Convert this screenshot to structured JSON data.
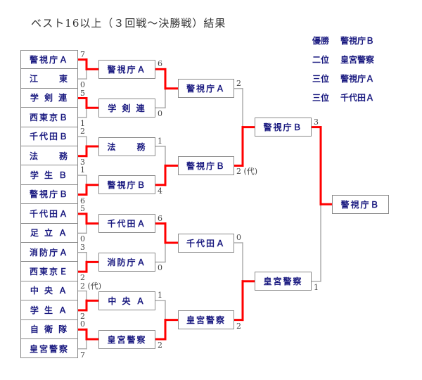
{
  "title": "ベスト16以上（３回戦～決勝戦）結果",
  "results": [
    {
      "rank": "優勝",
      "team": "警視庁Ｂ"
    },
    {
      "rank": "二位",
      "team": "皇宮警察"
    },
    {
      "rank": "三位",
      "team": "警視庁Ａ"
    },
    {
      "rank": "三位",
      "team": "千代田Ａ"
    }
  ],
  "colors": {
    "winner_line": "#ff0000",
    "loser_line": "#999999",
    "team_text": "#1a1a80"
  },
  "rounds": [
    {
      "name": "round-of-16",
      "teams": [
        "警視庁Ａ",
        "江　　東",
        "学 剣 連",
        "西東京Ｂ",
        "千代田Ｂ",
        "法　　務",
        "学 生 Ｂ",
        "警視庁Ｂ",
        "千代田Ａ",
        "足 立 Ａ",
        "消防庁Ａ",
        "西東京Ｅ",
        "中 央 Ａ",
        "学 生 Ａ",
        "自 衛 隊",
        "皇宮警察"
      ],
      "scores": [
        "7",
        "0",
        "5",
        "1",
        "2",
        "3",
        "1",
        "6",
        "5",
        "0",
        "3",
        "2",
        "2 (代)",
        "2",
        "0",
        "7"
      ],
      "winners": [
        0,
        0,
        1,
        1,
        0,
        1,
        1,
        0
      ]
    },
    {
      "name": "quarterfinal",
      "teams": [
        "警視庁Ａ",
        "学 剣 連",
        "法　　務",
        "警視庁Ｂ",
        "千代田Ａ",
        "消防庁Ａ",
        "中 央 Ａ",
        "皇宮警察"
      ],
      "scores": [
        "6",
        "0",
        "1",
        "4",
        "6",
        "0",
        "1",
        "2"
      ],
      "winners": [
        0,
        1,
        0,
        1
      ]
    },
    {
      "name": "semifinal",
      "teams": [
        "警視庁Ａ",
        "警視庁Ｂ",
        "千代田Ａ",
        "皇宮警察"
      ],
      "scores": [
        "2",
        "2 (代)",
        "0",
        "2"
      ],
      "winners": [
        1,
        1
      ]
    },
    {
      "name": "final",
      "teams": [
        "警視庁Ｂ",
        "皇宮警察"
      ],
      "scores": [
        "3",
        "1"
      ],
      "winners": [
        0
      ]
    },
    {
      "name": "champion",
      "teams": [
        "警視庁Ｂ"
      ]
    }
  ]
}
